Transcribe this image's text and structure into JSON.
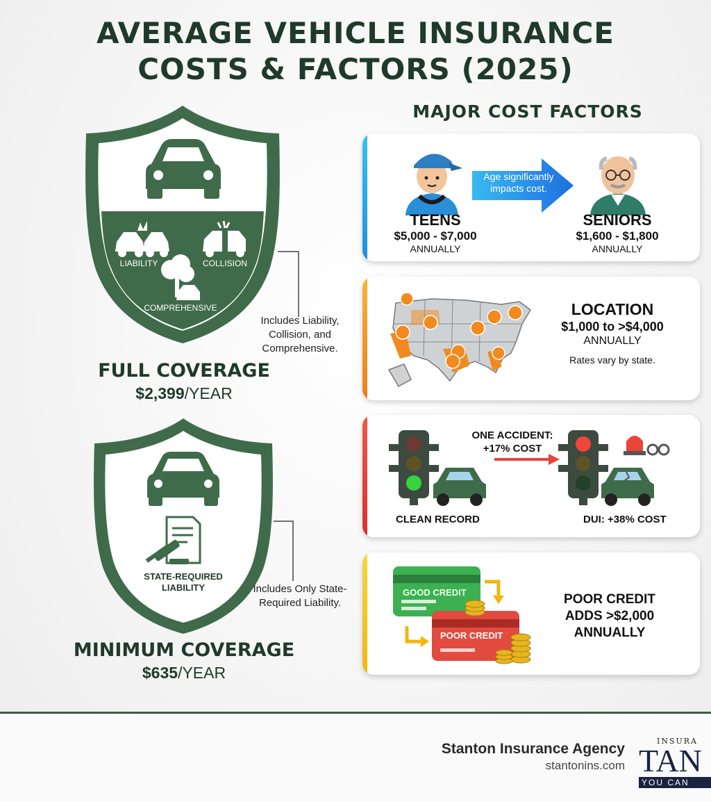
{
  "title": {
    "line1": "AVERAGE VEHICLE INSURANCE",
    "line2": "COSTS & FACTORS (2025)"
  },
  "full_coverage": {
    "label": "FULL COVERAGE",
    "price": "$2,399",
    "unit": "/YEAR",
    "note": "Includes Liability, Collision, and Comprehensive.",
    "badges": [
      "LIABILITY",
      "COLLISION",
      "COMPREHENSIVE"
    ]
  },
  "minimum_coverage": {
    "label": "MINIMUM COVERAGE",
    "price": "$635",
    "unit": "/YEAR",
    "note": "Includes Only State-Required Liability.",
    "badge_line1": "STATE-REQUIRED",
    "badge_line2": "LIABILITY"
  },
  "factors": {
    "heading": "MAJOR COST FACTORS",
    "age": {
      "arrow_text_line1": "Age significantly",
      "arrow_text_line2": "impacts cost.",
      "teens_label": "TEENS",
      "teens_range": "$5,000 - $7,000",
      "teens_period": "ANNUALLY",
      "seniors_label": "SENIORS",
      "seniors_range": "$1,600 - $1,800",
      "seniors_period": "ANNUALLY"
    },
    "location": {
      "label": "LOCATION",
      "range": "$1,000 to >$4,000",
      "period": "ANNUALLY",
      "note": "Rates vary by state."
    },
    "driving": {
      "accident_line1": "ONE ACCIDENT:",
      "accident_line2": "+17% COST",
      "clean_label": "CLEAN RECORD",
      "dui_label": "DUI: +38% COST"
    },
    "credit": {
      "good_card": "GOOD CREDIT",
      "poor_card": "POOR CREDIT",
      "line1": "POOR CREDIT",
      "line2": "ADDS >$2,000",
      "line3": "ANNUALLY"
    }
  },
  "footer": {
    "agency": "Stanton Insurance Agency",
    "url": "stantonins.com",
    "logo_top": "INSURA",
    "logo_mid": "TAN",
    "logo_bottom": "YOU CAN"
  },
  "colors": {
    "shield_green": "#3f6b4a",
    "title_green": "#1f3a2a",
    "age_stripe": "#1ea7ea",
    "location_stripe": "#f39a1c",
    "driving_stripe": "#e8443a",
    "credit_stripe": "#f4c518"
  }
}
